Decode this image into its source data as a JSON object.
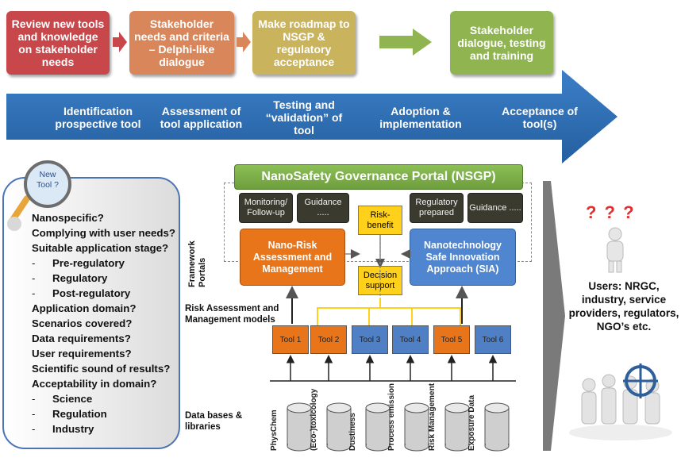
{
  "stages": [
    {
      "label": "Review new tools and knowledge on stakeholder needs",
      "color": "#c8474b"
    },
    {
      "label": "Stakeholder needs and criteria – Delphi-like dialogue",
      "color": "#d9875a"
    },
    {
      "label": "Make roadmap to NSGP & regulatory acceptance",
      "color": "#c9b45d"
    },
    {
      "label": "Stakeholder dialogue, testing and training",
      "color": "#8fb450"
    }
  ],
  "process_steps": [
    "Identification prospective tool",
    "Assessment of tool application",
    "Testing and “validation” of tool",
    "Adoption & implementation",
    "Acceptance of tool(s)"
  ],
  "new_tool_label": "New Tool ?",
  "questions": [
    {
      "text": "Nanospecific?",
      "sub": false
    },
    {
      "text": "Complying with user needs?",
      "sub": false
    },
    {
      "text": "Suitable application stage?",
      "sub": false
    },
    {
      "text": "Pre-regulatory",
      "sub": true
    },
    {
      "text": "Regulatory",
      "sub": true
    },
    {
      "text": "Post-regulatory",
      "sub": true
    },
    {
      "text": "Application domain?",
      "sub": false
    },
    {
      "text": "Scenarios covered?",
      "sub": false
    },
    {
      "text": "Data requirements?",
      "sub": false
    },
    {
      "text": "User requirements?",
      "sub": false
    },
    {
      "text": "Scientific sound of results?",
      "sub": false
    },
    {
      "text": "Acceptability in domain?",
      "sub": false
    },
    {
      "text": "Science",
      "sub": true
    },
    {
      "text": "Regulation",
      "sub": true
    },
    {
      "text": "Industry",
      "sub": true
    }
  ],
  "dash": "-",
  "portal": {
    "title": "NanoSafety Governance Portal (NSGP)",
    "modules": [
      "Monitoring/ Follow-up",
      "Guidance .....",
      "Regulatory prepared",
      "Guidance ....."
    ],
    "risk_benefit": "Risk-benefit",
    "decision_support": "Decision support",
    "nano_risk": "Nano-Risk Assessment and Management",
    "sia": "Nanotechnology Safe Innovation Approach (SIA)"
  },
  "row_labels": {
    "framework": "Framework Portals",
    "models": "Risk Assessment and Management models",
    "databases": "Data bases & libraries"
  },
  "tools": [
    {
      "label": "Tool 1",
      "color": "orange"
    },
    {
      "label": "Tool 2",
      "color": "orange"
    },
    {
      "label": "Tool 3",
      "color": "blue"
    },
    {
      "label": "Tool 4",
      "color": "blue"
    },
    {
      "label": "Tool 5",
      "color": "orange"
    },
    {
      "label": "Tool 6",
      "color": "blue"
    }
  ],
  "databases": [
    "PhysChem",
    "(Eco-)toxicology",
    "Dustiness",
    "Process emission",
    "Risk Management",
    "Exposure Data"
  ],
  "users": "Users: NRGC, industry, service providers, regulators, NGO’s etc.",
  "question_marks": "? ? ?",
  "colors": {
    "big_arrow": "#2e6fb7",
    "portal_green": "#78a745",
    "orange": "#e8751a",
    "blue": "#4f7fc4",
    "yellow": "#ffd11a"
  }
}
